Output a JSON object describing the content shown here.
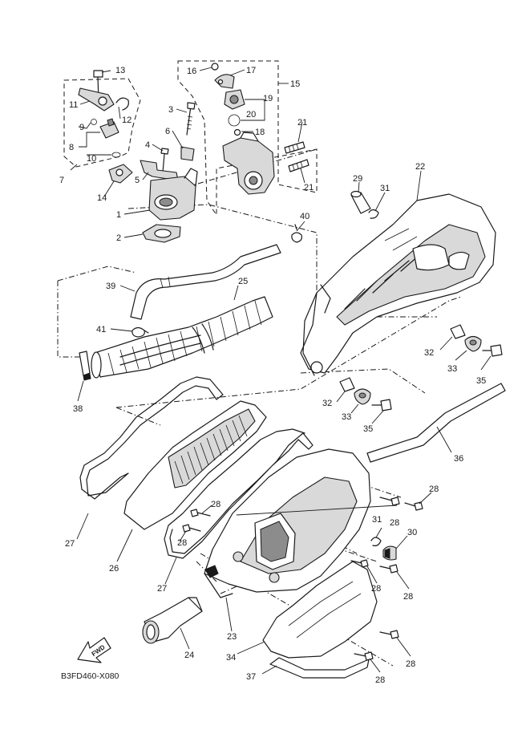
{
  "diagram": {
    "code": "B3FD460-X080",
    "fwd_label": "FWD",
    "callouts": {
      "c1": "1",
      "c2": "2",
      "c3": "3",
      "c4": "4",
      "c5": "5",
      "c6": "6",
      "c7": "7",
      "c8": "8",
      "c9": "9",
      "c10": "10",
      "c11": "11",
      "c12": "12",
      "c13": "13",
      "c14": "14",
      "c15": "15",
      "c16": "16",
      "c17": "17",
      "c18": "18",
      "c19": "19",
      "c20": "20",
      "c21a": "21",
      "c21b": "21",
      "c22": "22",
      "c23": "23",
      "c24": "24",
      "c25": "25",
      "c26": "26",
      "c27a": "27",
      "c27b": "27",
      "c28a": "28",
      "c28b": "28",
      "c28c": "28",
      "c28d": "28",
      "c28e": "28",
      "c28f": "28",
      "c28g": "28",
      "c28h": "28",
      "c29": "29",
      "c30": "30",
      "c31a": "31",
      "c31b": "31",
      "c32a": "32",
      "c32b": "32",
      "c33a": "33",
      "c33b": "33",
      "c34": "34",
      "c35a": "35",
      "c35b": "35",
      "c36": "36",
      "c37": "37",
      "c38": "38",
      "c39": "39",
      "c40": "40",
      "c41": "41"
    }
  }
}
